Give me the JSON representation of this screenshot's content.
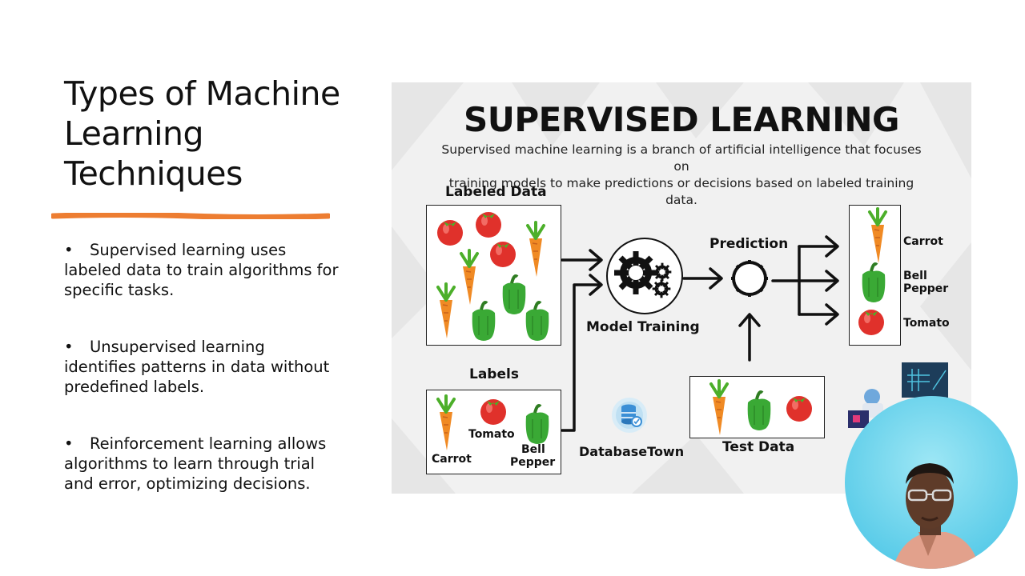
{
  "slide": {
    "title_lines": [
      "Types of Machine",
      "Learning",
      "Techniques"
    ],
    "accent_color": "#ed7d31",
    "bullets": [
      {
        "marker": "•",
        "lines": [
          "Supervised learning uses",
          "labeled data to train algorithms for",
          "specific tasks."
        ]
      },
      {
        "marker": "•",
        "lines": [
          "Unsupervised learning",
          "identifies patterns in data without",
          "predefined labels."
        ]
      },
      {
        "marker": "•",
        "lines": [
          "Reinforcement learning allows",
          "algorithms to learn through trial",
          "and error, optimizing decisions."
        ]
      }
    ]
  },
  "figure": {
    "heading": "SUPERVISED LEARNING",
    "description_lines": [
      "Supervised machine learning is a branch of artificial intelligence that focuses on",
      "training models to make predictions or decisions based on labeled training data."
    ],
    "labeled_data_label": "Labeled Data",
    "labels_label": "Labels",
    "label_items": {
      "carrot": "Carrot",
      "tomato": "Tomato",
      "bell_pepper_1": "Bell",
      "bell_pepper_2": "Pepper"
    },
    "model_training_label": "Model Training",
    "prediction_label": "Prediction",
    "test_data_label": "Test Data",
    "output_labels": {
      "carrot": "Carrot",
      "bell_pepper_1": "Bell",
      "bell_pepper_2": "Pepper",
      "tomato": "Tomato"
    },
    "brand": "DatabaseTown",
    "colors": {
      "tomato": "#e0312b",
      "carrot": "#f08a24",
      "pepper": "#3aa935",
      "leaf": "#4caf2a"
    }
  },
  "webcam": {
    "icon": "presenter-video-feed",
    "background": "#6fd6ee"
  }
}
